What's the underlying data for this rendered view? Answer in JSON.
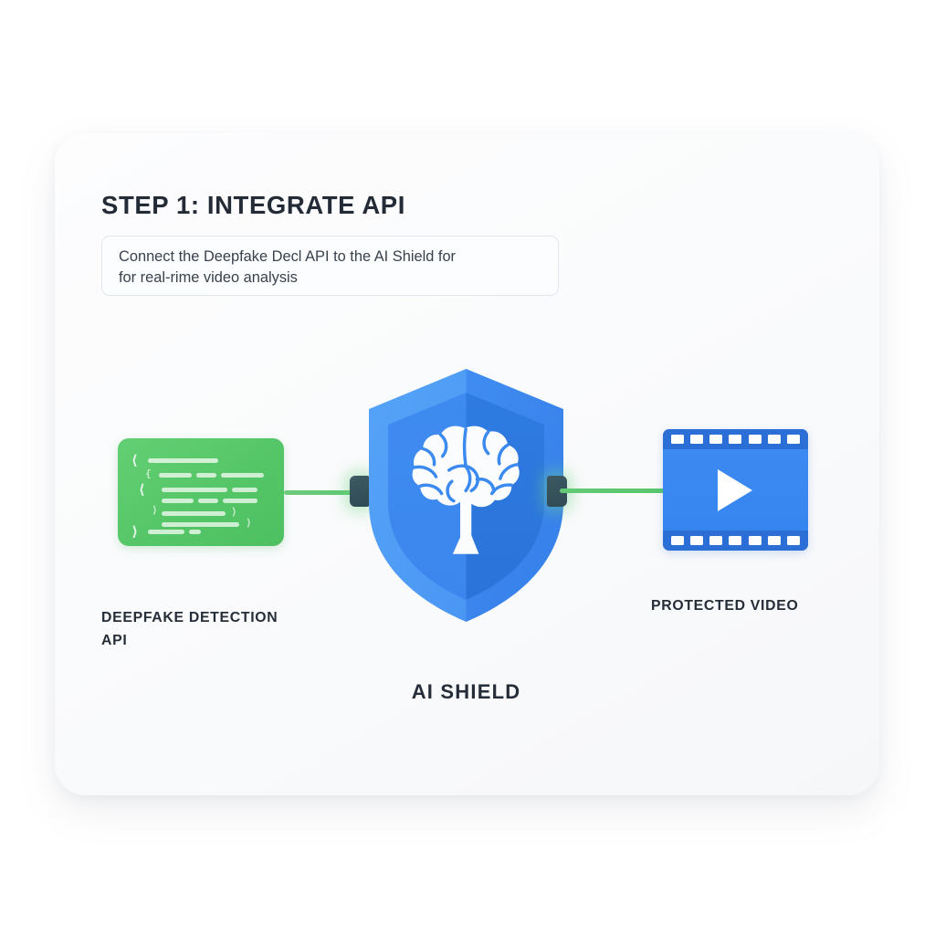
{
  "card": {
    "title": "STEP 1: INTEGRATE API",
    "description": {
      "line1": "Connect the Deepfake Decl API to the AI Shield for",
      "line2": "for real-rime video analysis"
    }
  },
  "flow": {
    "nodes": [
      {
        "id": "deepfake-detection-api",
        "label_line1": "DEEPFAKE DETECTION",
        "label_line2": "API",
        "icon": "code-block-icon",
        "color": "#55c667"
      },
      {
        "id": "ai-shield",
        "label": "AI SHIELD",
        "icon": "shield-brain-icon",
        "color": "#3b8aef"
      },
      {
        "id": "protected-video",
        "label": "PROTECTED VIDEO",
        "icon": "film-strip-play-icon",
        "color": "#3d8bf2"
      }
    ],
    "connectors": [
      {
        "id": "api-to-shield",
        "direction": "right",
        "has_arrowhead": true,
        "color": "#58c86c"
      },
      {
        "id": "shield-to-video",
        "direction": "right",
        "has_arrowhead": false,
        "color": "#58c86c"
      }
    ],
    "ports": [
      {
        "id": "shield-input-port",
        "color": "#2f4a54"
      },
      {
        "id": "shield-output-port",
        "color": "#2f4a54"
      }
    ]
  },
  "colors": {
    "accent_blue": "#3b8aef",
    "accent_green": "#55c667",
    "text_dark": "#232b36",
    "card_bg": "#fafbfc",
    "page_bg": "#ffffff"
  }
}
